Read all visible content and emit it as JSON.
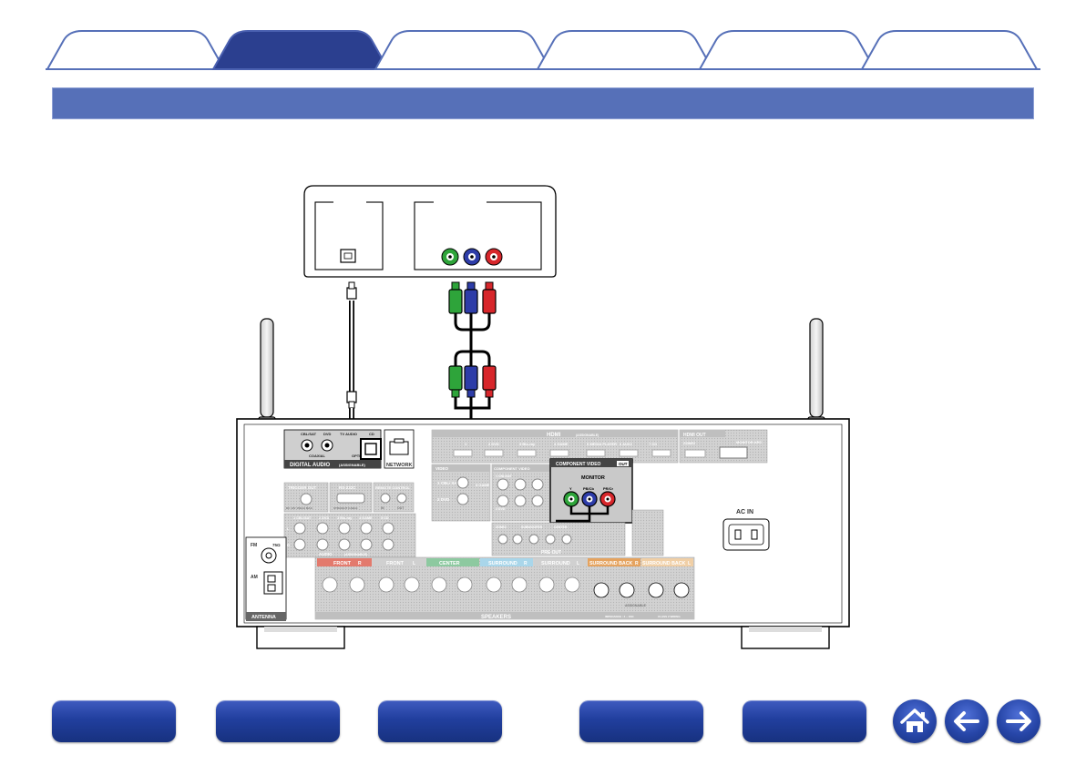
{
  "tabs": [
    {
      "id": "tab-1",
      "active": false
    },
    {
      "id": "tab-2",
      "active": true
    },
    {
      "id": "tab-3",
      "active": false
    },
    {
      "id": "tab-4",
      "active": false
    },
    {
      "id": "tab-5",
      "active": false
    },
    {
      "id": "tab-6",
      "active": false
    }
  ],
  "colors": {
    "tab_active": "#2b3f8f",
    "tab_inactive": "#ffffff",
    "tab_border": "#5670b8",
    "title_bar": "#5670b8",
    "receiver_panel": "#dcdcdc",
    "cable": "#111111",
    "plug_green": "#2ea43a",
    "plug_blue": "#2d3ca8",
    "plug_red": "#d7262b",
    "nav_button": "#213f9e"
  },
  "receiver": {
    "digital_audio": {
      "inputs": [
        "CBL/SAT",
        "DVD",
        "TV AUDIO",
        "CD"
      ],
      "coaxial_label": "COAXIAL",
      "optical_label": "OPTICAL",
      "section_label": "DIGITAL AUDIO",
      "assignable": "(ASSIGNABLE)",
      "network_label": "NETWORK"
    },
    "hdmi": {
      "section_label": "HDMI",
      "assignable": "(ASSIGNABLE)",
      "inputs": [
        "1",
        "2 DVD",
        "3 Blu-ray",
        "4 GAME",
        "5 MEDIA PLAYER",
        "6 AUX2",
        "7 CD"
      ],
      "out_label": "HDMI OUT",
      "zone2_label": "ZONE2",
      "monitor_arc": "MONITOR ARC"
    },
    "video": {
      "section_label": "VIDEO",
      "assignable": "(ASSIGNABLE)",
      "inputs": [
        "1 CBL/ SAT",
        "2 DVD",
        "3 GAME"
      ]
    },
    "component_in": {
      "section_label": "COMPONENT VIDEO",
      "inputs": [
        "1 CBL/SAT",
        "2 DVD"
      ],
      "jacks": [
        "Y",
        "PB/CB",
        "PR/CR"
      ]
    },
    "component_out": {
      "section_label": "COMPONENT VIDEO",
      "badge": "OUT",
      "monitor_label": "MONITOR",
      "jacks": [
        "Y",
        "PB/Cb",
        "PR/Cr"
      ]
    },
    "trigger_label": "TRIGGER OUT",
    "trigger_sub": "DC 12V 150mA MAX.",
    "rs232_label": "RS-232C",
    "rs232_sub": "STRAIGHT CABLE",
    "remote_label": "REMOTE CONTROL",
    "remote_in": "IN",
    "remote_out": "OUT",
    "audio": {
      "section_label": "AUDIO",
      "assignable": "(ASSIGNABLE)",
      "inputs": [
        "1 CBL/SAT",
        "2 DVD",
        "3 Blu-ray",
        "4 GAME",
        "5 CD"
      ],
      "rows": [
        "L",
        "R"
      ]
    },
    "preout": {
      "section_label": "PRE OUT",
      "zone2": "ZONE2",
      "subwoofer": "SUBWOOFER",
      "center": "CENTER"
    },
    "antenna": {
      "section_label": "ANTENNA",
      "fm": "FM",
      "fm_ohm": "75Ω",
      "am": "AM"
    },
    "ac_in_label": "AC IN",
    "speakers": {
      "section_label": "SPEAKERS",
      "groups": [
        "FRONT",
        "FRONT",
        "CENTER",
        "SURROUND",
        "SURROUND",
        "SURROUND BACK",
        "SURROUND BACK"
      ],
      "group_sides": [
        "R",
        "L",
        "",
        "R",
        "L",
        "R",
        "L"
      ],
      "assignable": "ASSIGNABLE",
      "impedance": "IMPEDANCE : 4 ~ 16Ω",
      "class2": "CLASS 2 WIRING"
    }
  },
  "nav": {
    "buttons": [
      "nav-1",
      "nav-2",
      "nav-3",
      "nav-4",
      "nav-5"
    ]
  }
}
